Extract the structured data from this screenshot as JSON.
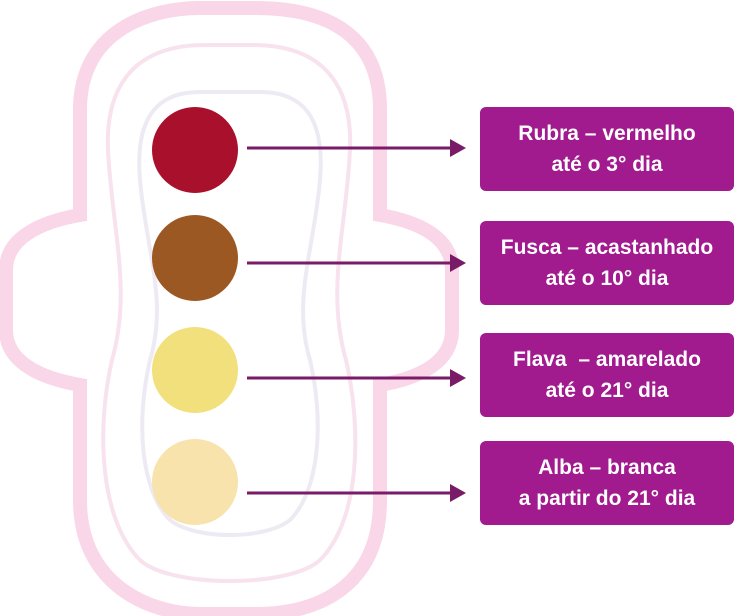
{
  "colors": {
    "pad_outline": "#f9d7e8",
    "pad_inner_lines": "#eeeaf3",
    "arrow": "#7a1b68",
    "box_fill": "#a11a8e"
  },
  "items": [
    {
      "swatch_color": "#a8102c",
      "line1": "Rubra – vermelho",
      "line2": "até o 3° dia"
    },
    {
      "swatch_color": "#9c5823",
      "line1": "Fusca – acastanhado",
      "line2": "até o 10° dia"
    },
    {
      "swatch_color": "#f2e07c",
      "line1": "Flava  – amarelado",
      "line2": "até o 21° dia"
    },
    {
      "swatch_color": "#f8e3ac",
      "line1": "Alba – branca",
      "line2": "a partir do 21° dia"
    }
  ]
}
